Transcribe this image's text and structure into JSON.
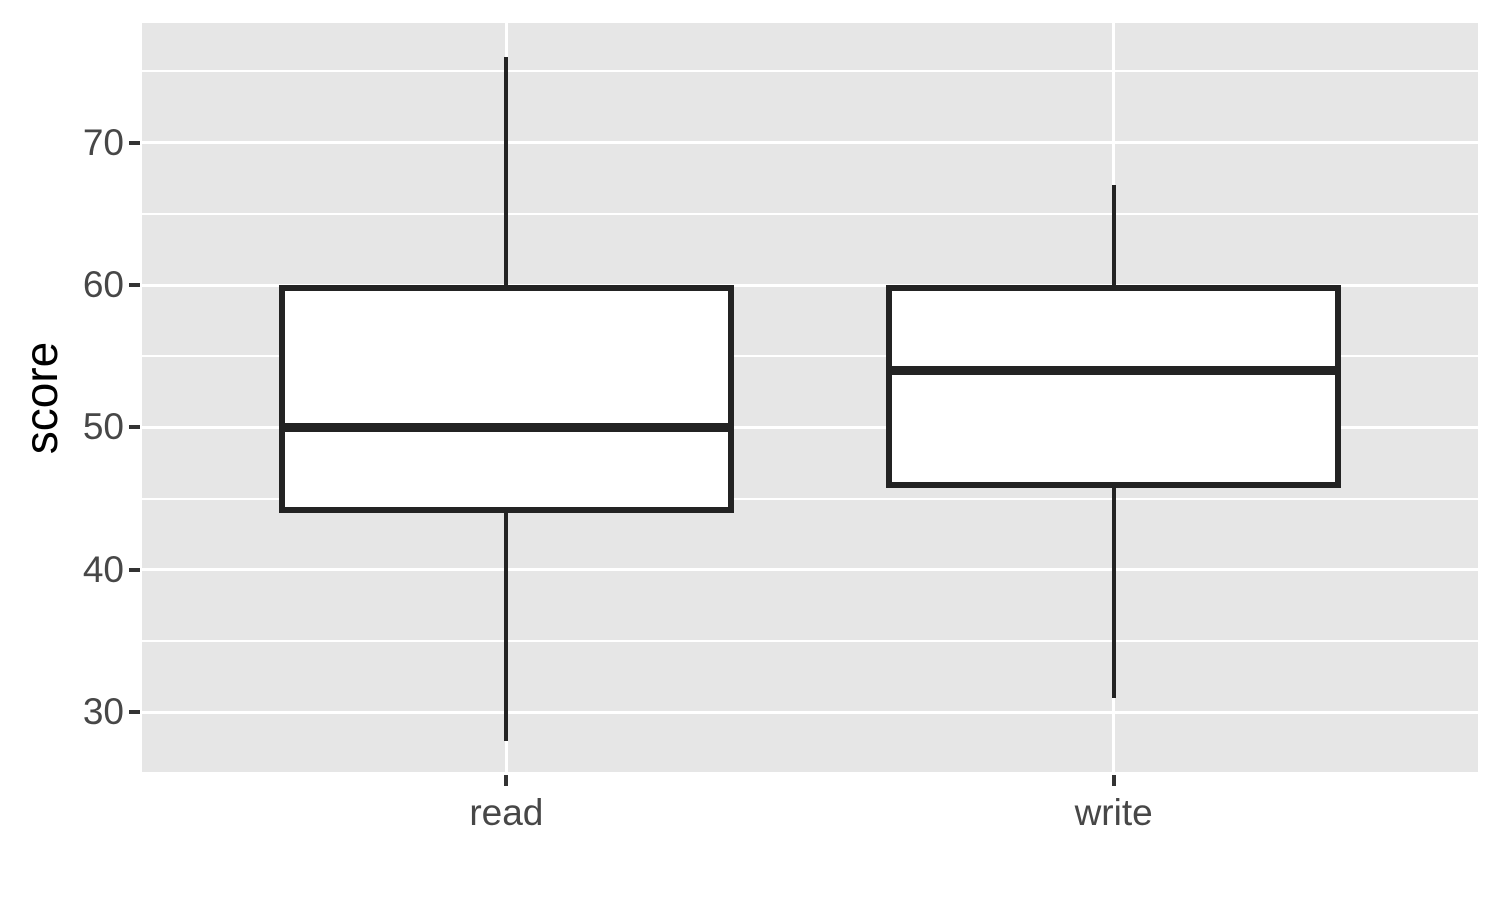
{
  "chart_data": {
    "type": "boxplot",
    "title": "",
    "xlabel": "",
    "ylabel": "score",
    "categories": [
      "read",
      "write"
    ],
    "series": [
      {
        "name": "read",
        "min": 28,
        "q1": 44,
        "median": 50,
        "q3": 60,
        "max": 76
      },
      {
        "name": "write",
        "min": 31,
        "q1": 45.75,
        "median": 54,
        "q3": 60,
        "max": 67
      }
    ],
    "yticks": [
      30,
      40,
      50,
      60,
      70
    ],
    "yticks_minor": [
      35,
      45,
      55,
      65,
      75
    ],
    "ylim": [
      25.8,
      78.4
    ],
    "x_expand": 0.6,
    "box_width_ratio": 0.75,
    "grid": {
      "horizontal_major": true,
      "horizontal_minor": true,
      "vertical_major": true
    },
    "legend": "none",
    "style": {
      "figure_bg": "#FFFFFF",
      "panel_bg": "#E6E6E6",
      "grid_color": "#FFFFFF",
      "box_fill": "#FFFFFF",
      "box_stroke": "#232323",
      "tick_label_color": "#474747",
      "tick_mark_color": "#333333",
      "axis_title_color": "#000000"
    }
  }
}
